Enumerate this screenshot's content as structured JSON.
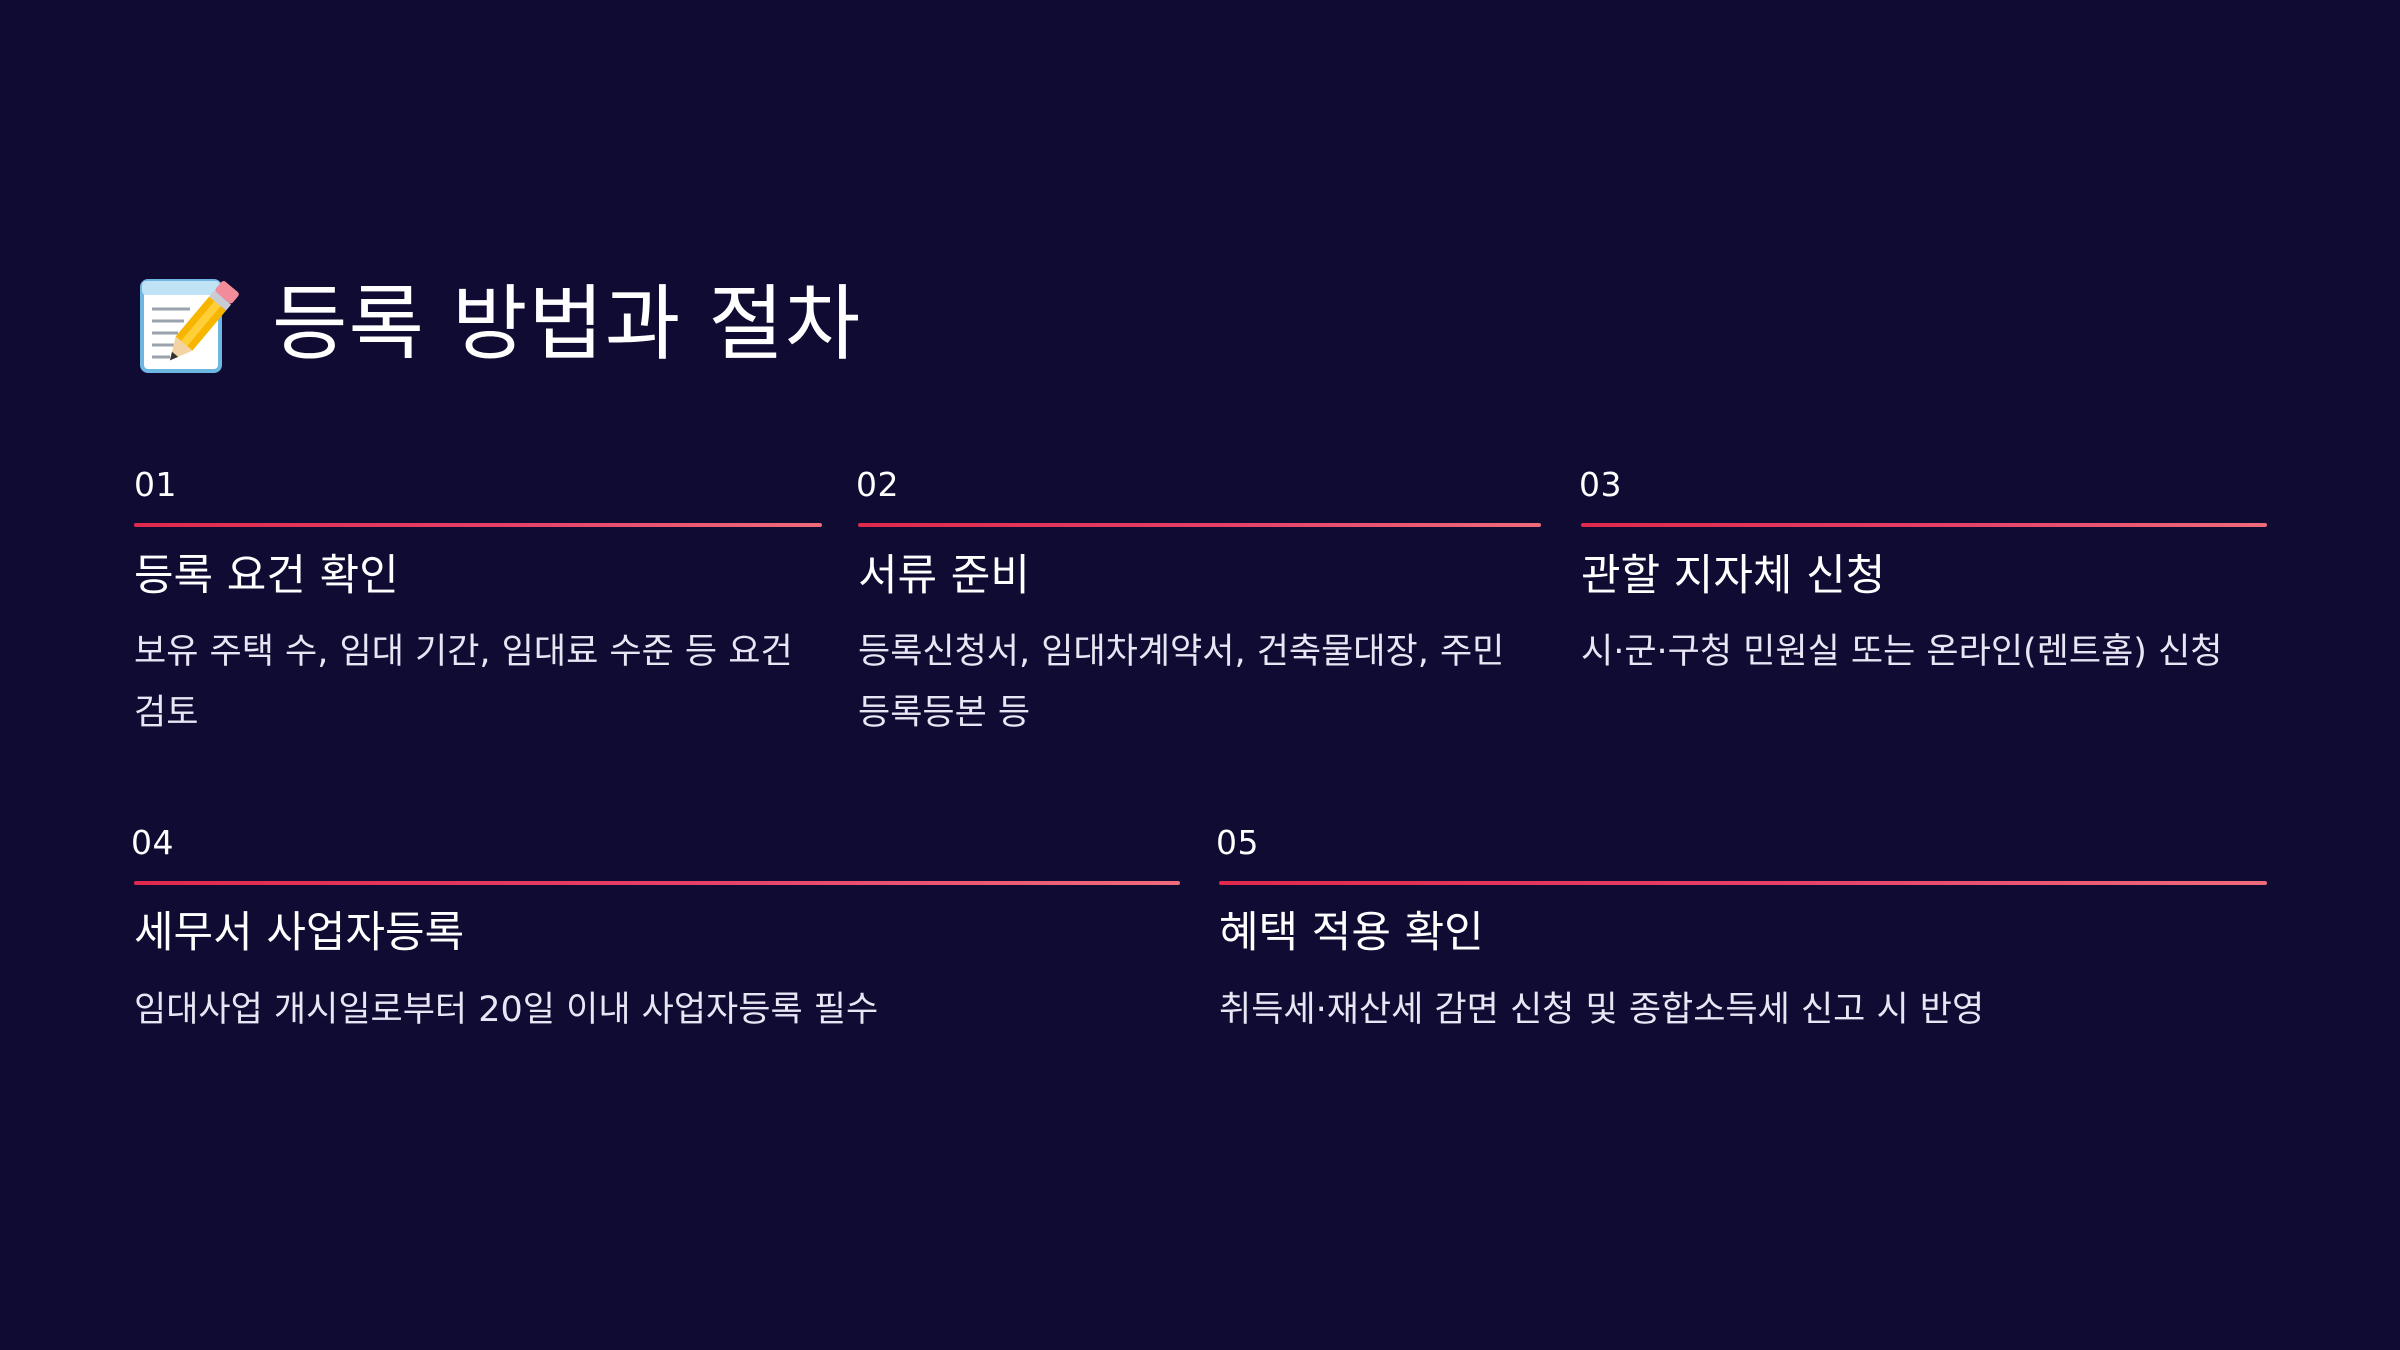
{
  "slide": {
    "title": "등록 방법과 절차",
    "title_icon": "memo-pencil-icon"
  },
  "accent_colors": [
    "#e0294c",
    "#ef6b7a"
  ],
  "background_color": "#0f0b32",
  "steps": [
    {
      "num": "01",
      "title": "등록 요건 확인",
      "desc": "보유 주택 수, 임대 기간, 임대료 수준 등 요건 검토"
    },
    {
      "num": "02",
      "title": "서류 준비",
      "desc": "등록신청서, 임대차계약서, 건축물대장, 주민등록등본 등"
    },
    {
      "num": "03",
      "title": "관할 지자체 신청",
      "desc": "시·군·구청 민원실 또는 온라인(렌트홈) 신청"
    },
    {
      "num": "04",
      "title": "세무서 사업자등록",
      "desc": "임대사업 개시일로부터 20일 이내 사업자등록 필수"
    },
    {
      "num": "05",
      "title": "혜택 적용 확인",
      "desc": "취득세·재산세 감면 신청 및 종합소득세 신고 시 반영"
    }
  ]
}
